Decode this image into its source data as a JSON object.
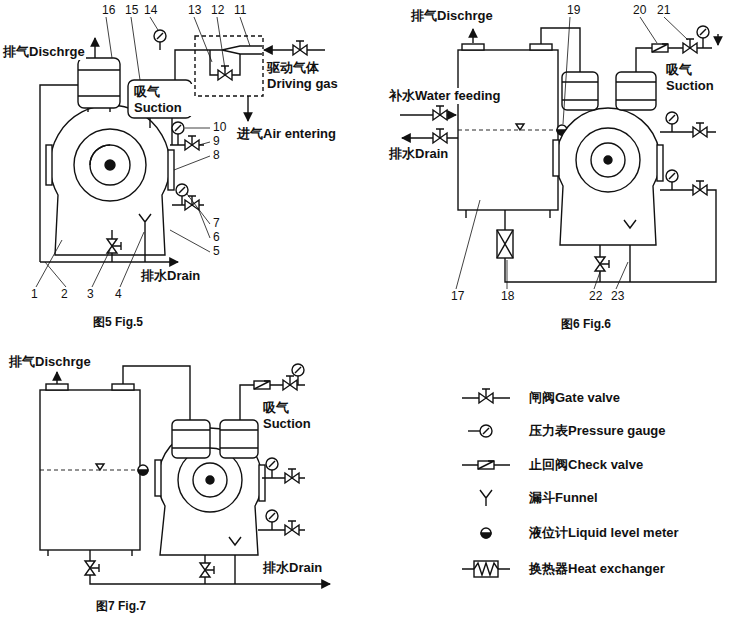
{
  "diagram": {
    "labels": [
      "排气Dischrge",
      "16",
      "15",
      "14",
      "13",
      "12",
      "11",
      "吸气 Suction",
      "驱动气体 Driving gas",
      "10",
      "9",
      "8",
      "进气Air entering",
      "7",
      "6",
      "5",
      "排水Drain",
      "1",
      "2",
      "3",
      "4",
      "图5 Fig.5",
      "排气Dischrge",
      "19",
      "20",
      "21",
      "补水Water feeding",
      "吸气 Suction",
      "排水Drain",
      "17",
      "18",
      "22",
      "23",
      "图6 Fig.6",
      "排气Dischrge",
      "吸气 Suction",
      "排水Drain",
      "图7 Fig.7"
    ],
    "legend": [
      {
        "text": "闸阀Gate valve"
      },
      {
        "text": "压力表Pressure gauge"
      },
      {
        "text": "止回阀Check valve"
      },
      {
        "text": "漏斗Funnel"
      },
      {
        "text": "液位计Liquid level meter"
      },
      {
        "text": "换热器Heat exchanger"
      }
    ]
  }
}
